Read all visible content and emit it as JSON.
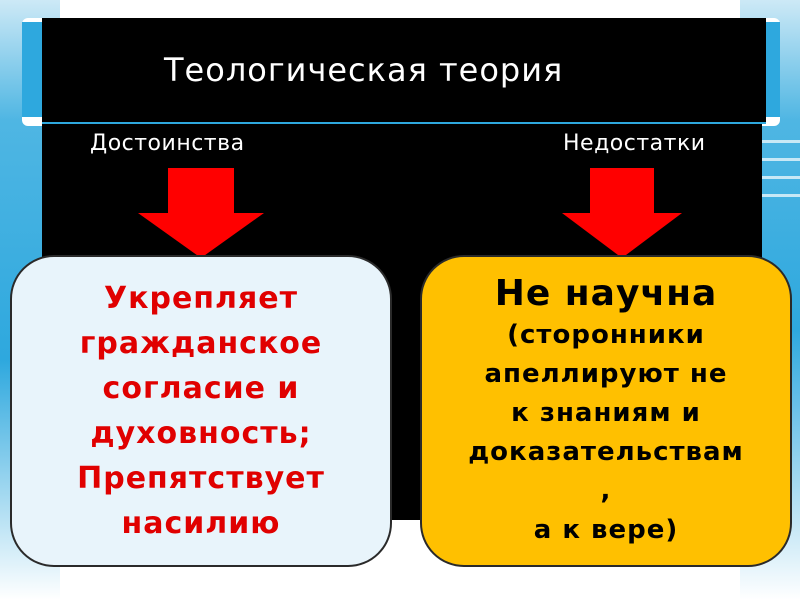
{
  "slide": {
    "title": "Теологическая теория",
    "left_label": "Достоинства",
    "right_label": "Недостатки",
    "left_box_lines": [
      "Укрепляет",
      "гражданское",
      "согласие и",
      "духовность;",
      "Препятствует",
      "насилию"
    ],
    "right_box_heading": "Не научна",
    "right_box_lines": [
      "(сторонники",
      "апеллируют не",
      "к знаниям и",
      "доказательствам",
      ",",
      "а к вере)"
    ]
  },
  "colors": {
    "panel": "#000000",
    "arrow": "#ff0000",
    "left_box_bg": "#e8f4fb",
    "left_box_text": "#e00000",
    "right_box_bg": "#ffc000",
    "accent_blue": "#2ea8de"
  }
}
